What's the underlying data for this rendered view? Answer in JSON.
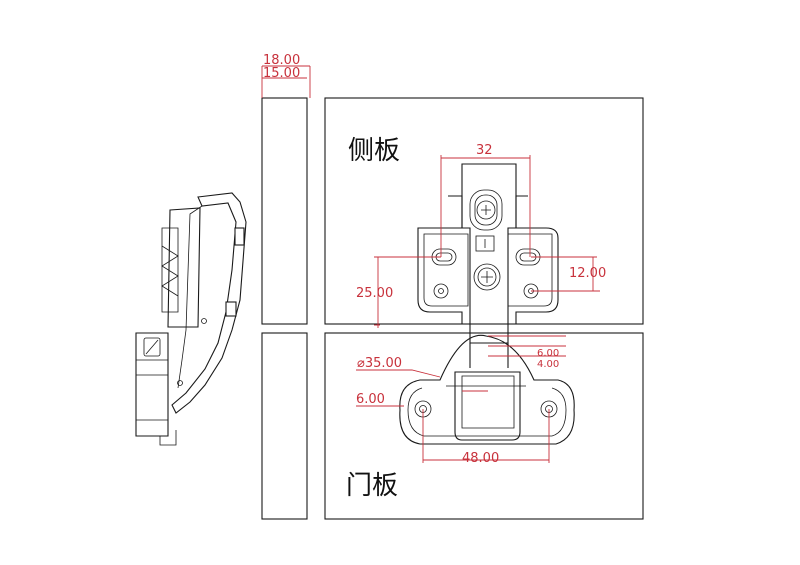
{
  "labels": {
    "side_panel": "侧板",
    "door_panel": "门板"
  },
  "dimensions": {
    "thickness_a": "18.00",
    "thickness_b": "15.00",
    "mount_spacing": "32",
    "mount_offset_right": "12.00",
    "mount_height_left": "25.00",
    "gap_a": "6.00",
    "gap_b": "4.00",
    "cup_diameter": "⌀35.00",
    "cup_edge": "6.00",
    "screw_spacing": "48.00"
  },
  "colors": {
    "line": "#1a1a1a",
    "dimension": "#c8323c",
    "background": "#ffffff"
  }
}
